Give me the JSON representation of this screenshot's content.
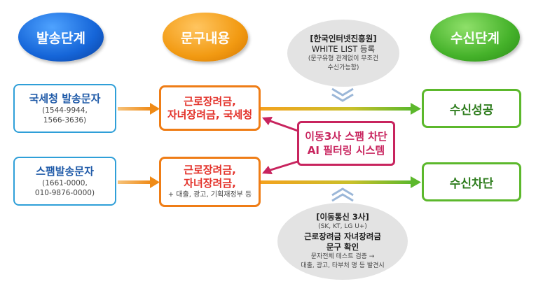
{
  "headers": {
    "send": "발송단계",
    "content": "문구내용",
    "receive": "수신단계"
  },
  "row1": {
    "sender_title": "국세청 발송문자",
    "sender_numbers_1": "(1544-9944,",
    "sender_numbers_2": "1566-3636)",
    "content_line1": "근로장려금,",
    "content_line2": "자녀장려금, 국세청",
    "result": "수신성공"
  },
  "row2": {
    "sender_title": "스팸발송문자",
    "sender_numbers_1": "(1661-0000,",
    "sender_numbers_2": "010-9876-0000)",
    "content_line1": "근로장려금,",
    "content_line2": "자녀장려금,",
    "content_note": "+ 대출, 광고, 기획재정부 등",
    "result": "수신차단"
  },
  "filter": {
    "line1": "이동3사 스팸 차단",
    "line2": "AI 필터링 시스템"
  },
  "whitelist": {
    "line1": "[한국인터넷진흥원]",
    "line2": "WHITE LIST 등록",
    "line3": "(문구유형 관계없이 무조건",
    "line4": "수신가능함)"
  },
  "carriers": {
    "line1": "[이동통신 3사]",
    "line2": "(SK, KT, LG U+)",
    "line3": "근로장려금 자녀장려금",
    "line4": "문구 확인",
    "line5": "문자전체 테스트 검증 →",
    "line6": "대출, 광고, 타부처 명 등 발견시"
  },
  "colors": {
    "blue": "#1565d8",
    "orange": "#f29a12",
    "green": "#45b22a",
    "magenta": "#c8245e"
  }
}
